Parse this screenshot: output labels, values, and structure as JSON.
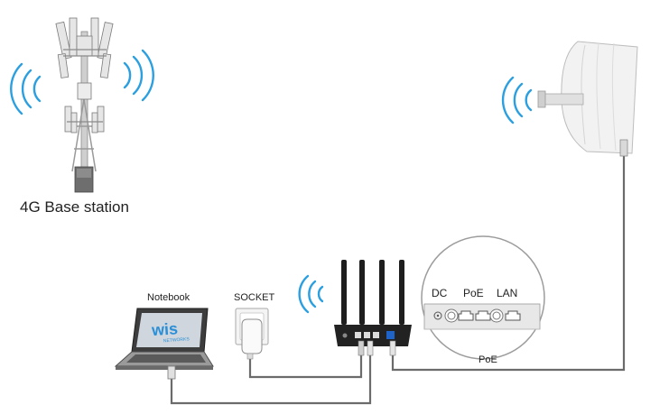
{
  "labels": {
    "base_station": "4G Base station",
    "notebook": "Notebook",
    "socket": "SOCKET",
    "poe_cable": "PoE",
    "port_dc": "DC",
    "port_poe": "PoE",
    "port_lan": "LAN",
    "laptop_logo": "wis",
    "laptop_logo_sub": "NETWORKS"
  },
  "colors": {
    "signal_wave": "#2b9fe0",
    "cable": "#6b6b6b",
    "router_body": "#222222",
    "laptop_logo": "#2b8fd8"
  }
}
